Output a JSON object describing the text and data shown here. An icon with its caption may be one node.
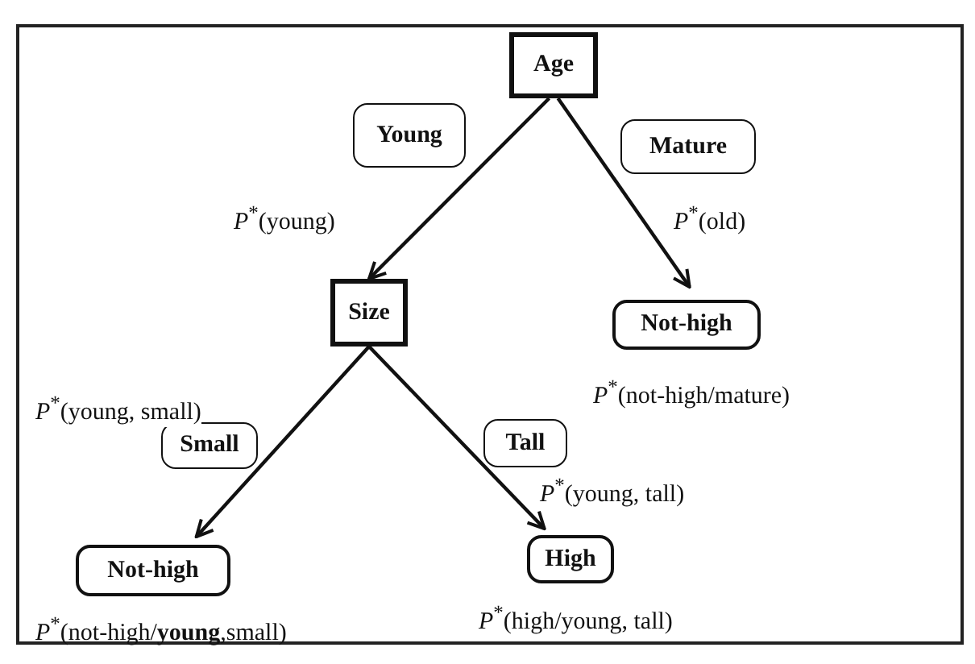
{
  "diagram": {
    "nodes": [
      {
        "text": [
          "Age"
        ]
      },
      {
        "text": [
          "Size"
        ]
      },
      {
        "text": [
          "Not-high"
        ],
        "beside": [
          "*P*$^{*}$(not-high/mature)"
        ]
      },
      {
        "text": [
          "Not-high"
        ],
        "beside": [
          "*P*$^{*}$(not-high/**young**,small)"
        ]
      },
      {
        "text": [
          "High"
        ],
        "beside": [
          "*P*$^{*}$(high/young, tall)"
        ]
      },
      {
        "text": [
          "Young"
        ]
      },
      {
        "text": [
          "Mature"
        ]
      },
      {
        "text": [
          "Small"
        ]
      },
      {
        "text": [
          "Tall"
        ]
      }
    ],
    "edges": [
      {
        "from": 0,
        "to": 1,
        "arrow": "to",
        "label": "*P*$^{*}$(young)"
      },
      {
        "from": 0,
        "to": 2,
        "arrow": "to",
        "label": "*P*$^{*}$(old)"
      },
      {
        "from": 1,
        "to": 3,
        "arrow": "to",
        "label": "*P*$^{*}$(young, small)"
      },
      {
        "from": 1,
        "to": 4,
        "arrow": "to",
        "label": "*P*$^{*}$(young, tall)"
      }
    ]
  }
}
